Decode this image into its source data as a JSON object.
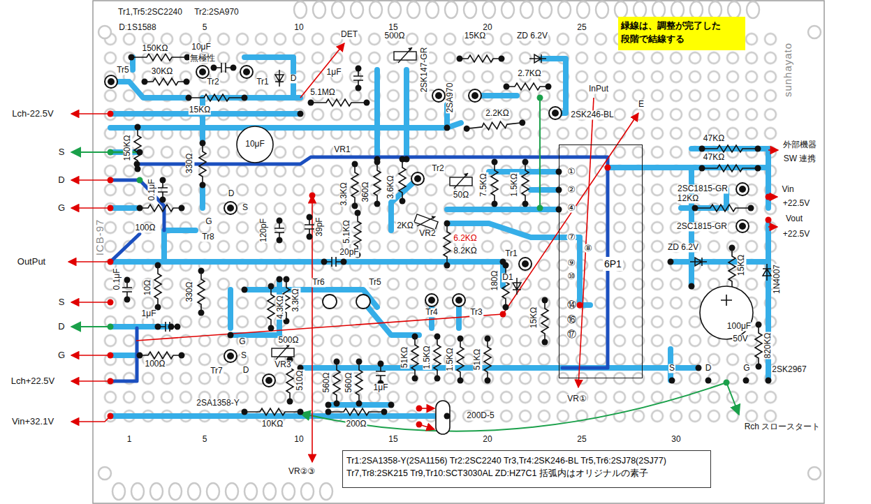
{
  "diagram": {
    "nodes": [
      {
        "text": [
          "緑線は、調整が完了した 段階で結線する"
        ]
      },
      {
        "text": [
          "6P1"
        ]
      },
      {
        "text": [
          "Tr1:2SA1358-Y(2SA1156) Tr2:2SC2240 Tr3,Tr4:2SK246-BL Tr5,Tr6:2SJ78(2SJ77)",
          "Tr7,Tr8:2SK215 Tr9,Tr10:SCT3030AL ZD:HZ7C1 括弧内はオリジナルの素子"
        ]
      }
    ],
    "labels": [
      "Tr1,Tr5:2SC2240",
      "Tr2:2SA970",
      "D:1S1588",
      "150KΩ",
      "10μF",
      "無極性",
      "DET",
      "500Ω",
      "15KΩ",
      "ZD 6.2V",
      "Tr5",
      "30KΩ",
      "Tr2",
      "Tr1",
      "D",
      "1μF",
      "2SK147-GR",
      "2.7KΩ",
      "InPut",
      "15KΩ",
      "5.1MΩ",
      "2SA970",
      "2SK246-BL",
      "2.2KΩ",
      "E",
      "10μF",
      "150KΩ",
      "0.1μF",
      "330Ω",
      "VR1",
      "3.3KΩ",
      "360Ω",
      "3.6KΩ",
      "Tr2",
      "7.5KΩ",
      "1.5KΩ",
      "50Ω",
      "①",
      "②",
      "④",
      "⑦",
      "⑧",
      "⑨",
      "⑩",
      "⑭",
      "⑯",
      "⑰",
      "D",
      "S",
      "G",
      "Tr8",
      "100Ω",
      "120pF",
      "39pF",
      "5.1KΩ",
      "2KΩ",
      "VR2",
      "6.2KΩ",
      "8.2KΩ",
      "20pF",
      "Tr1",
      "D1",
      "180Ω",
      "Tr5",
      "Tr6",
      "Tr4",
      "Tr3",
      "15KΩ",
      "0.1μF",
      "10Ω",
      "330Ω",
      "4.3KΩ",
      "3.3KΩ",
      "500Ω",
      "1μF",
      "100Ω",
      "G",
      "S",
      "Tr7",
      "D",
      "VR3",
      "510Ω",
      "560Ω",
      "560Ω",
      "1μF",
      "51KΩ",
      "1.5KΩ",
      "1.5KΩ",
      "51KΩ",
      "2SA1358-Y",
      "10KΩ",
      "200Ω",
      "200D-5",
      "VR②③",
      "VR①",
      "47KΩ",
      "47KΩ",
      "外部機器",
      "SW 連携",
      "2SC1815-GR",
      "Vin",
      "+22.5V",
      "12KΩ",
      "2SC1815-GR",
      "Vout",
      "+22.5V",
      "ZD 6.2V",
      "15KΩ",
      "1N4007",
      "100μF",
      "50V",
      "820KΩ",
      "S",
      "D",
      "G",
      "2SK2967",
      "Rch スロースタート",
      "Lch-22.5V",
      "S",
      "D",
      "G",
      "OutPut",
      "S",
      "D",
      "G",
      "Lch+22.5V",
      "Vin+32.1V",
      "ICB-97",
      "sunhayato",
      "1",
      "5",
      "10",
      "15",
      "20",
      "25",
      "30",
      "1",
      "5",
      "10",
      "15",
      "20",
      "25",
      "30"
    ]
  }
}
